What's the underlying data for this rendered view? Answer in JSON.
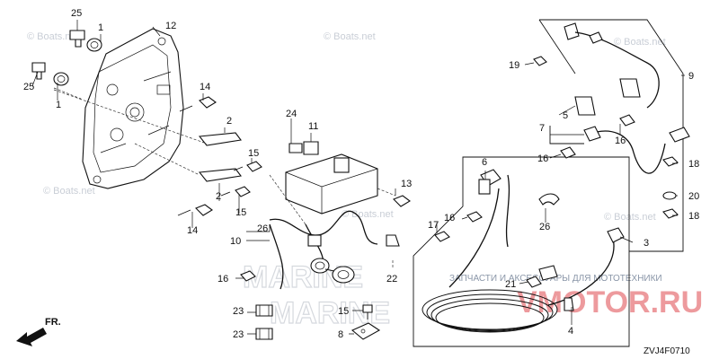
{
  "diagram": {
    "code": "ZVJ4F0710",
    "front_label": "FR.",
    "watermarks": {
      "boats": "© Boats.net",
      "ru_text": "ЗАПЧАСТИ И АКСЕССУАРЫ ДЛЯ МОТОТЕХНИКИ",
      "ru_site": "VMOTOR.RU",
      "big": "MARINE"
    },
    "callouts": [
      "25",
      "1",
      "12",
      "1",
      "25",
      "14",
      "2",
      "15",
      "2",
      "15",
      "14",
      "24",
      "11",
      "13",
      "10",
      "26",
      "16",
      "22",
      "23",
      "23",
      "15",
      "8",
      "6",
      "16",
      "17",
      "26",
      "3",
      "21",
      "4",
      "19",
      "9",
      "5",
      "7",
      "16",
      "16",
      "18",
      "20",
      "18"
    ]
  }
}
